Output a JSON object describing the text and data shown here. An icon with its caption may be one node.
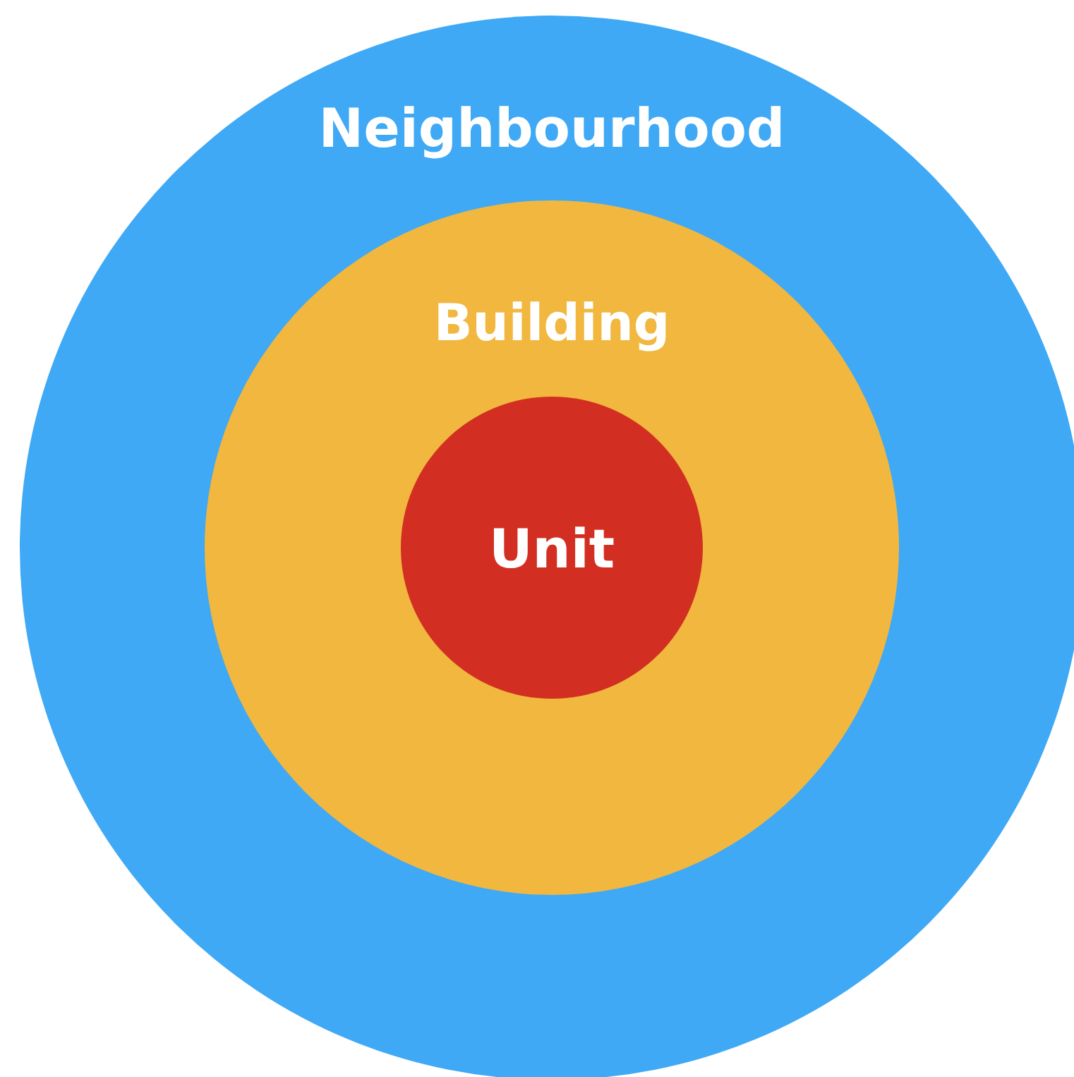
{
  "diagram": {
    "nodes": [
      {
        "text": [
          "Neighbourhood"
        ]
      },
      {
        "text": [
          "Building"
        ],
        "in": 0
      },
      {
        "text": [
          "Unit"
        ],
        "in": 1
      }
    ]
  }
}
